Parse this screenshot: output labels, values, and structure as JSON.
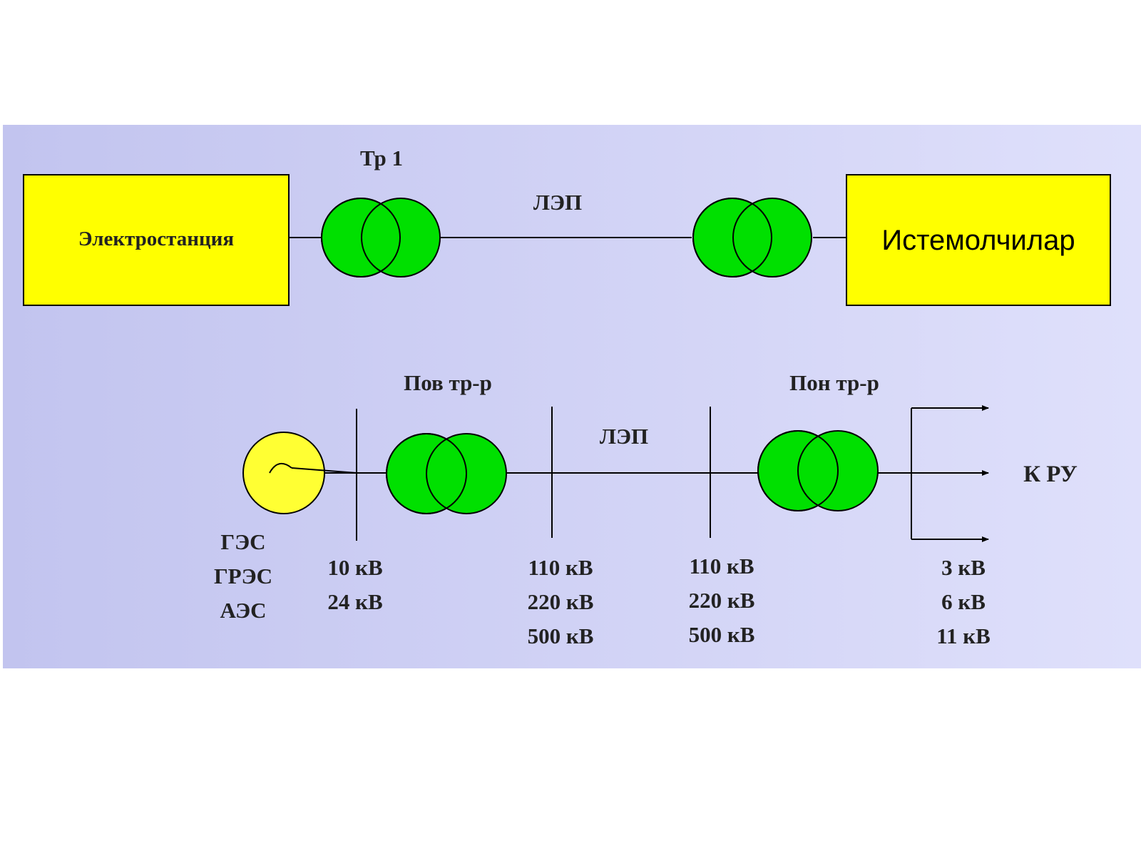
{
  "top_scheme": {
    "source_box_label": "Электростанция",
    "transformer_label": "Тр 1",
    "line_label": "ЛЭП",
    "consumer_box_label": "Истемолчилар"
  },
  "bottom_scheme": {
    "step_up_label": "Пов тр-р",
    "line_label": "ЛЭП",
    "step_down_label": "Пон тр-р",
    "output_label": "К РУ",
    "plant_types": [
      "ГЭС",
      "ГРЭС",
      "АЭС"
    ],
    "voltages_generator": [
      "10 кВ",
      "24 кВ"
    ],
    "voltages_line_send": [
      "110 кВ",
      "220 кВ",
      "500 кВ"
    ],
    "voltages_line_receive": [
      "110 кВ",
      "220 кВ",
      "500 кВ"
    ],
    "voltages_distribution": [
      "3 кВ",
      "6 кВ",
      "11 кВ"
    ]
  },
  "colors": {
    "box_fill": "#ffff00",
    "transformer_fill": "#00e000",
    "generator_fill": "#ffff33",
    "panel_gradient_left": "#c2c4ef",
    "panel_gradient_right": "#dfe0fb"
  }
}
